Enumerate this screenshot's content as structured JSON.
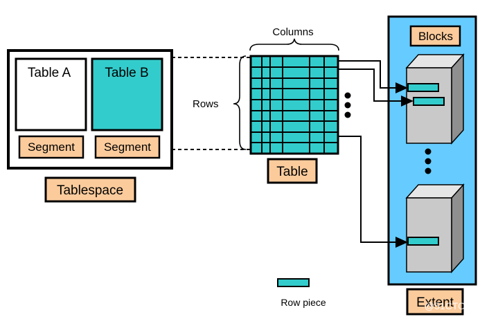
{
  "labels": {
    "table_a": "Table A",
    "table_b": "Table B",
    "segment_a": "Segment",
    "segment_b": "Segment",
    "tablespace": "Tablespace",
    "columns": "Columns",
    "rows": "Rows",
    "table": "Table",
    "blocks": "Blocks",
    "extent": "Extent",
    "row_piece": "Row piece"
  },
  "watermark": "@51CTO博客",
  "colors": {
    "teal": "#33cccc",
    "salmon": "#fbcb9c",
    "sky_blue": "#66ccff",
    "block_front": "#c9c9c9",
    "block_top": "#e6e6e6",
    "block_side": "#8f8f8f"
  },
  "table_grid": {
    "columns": 7,
    "rows": 9
  }
}
